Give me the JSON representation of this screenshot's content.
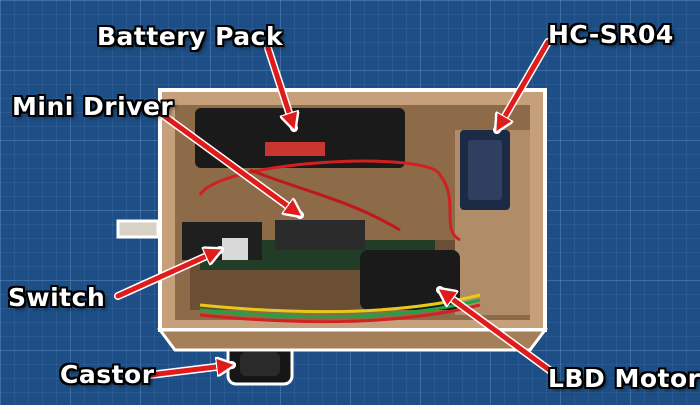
{
  "labels": {
    "battery_pack": "Battery Pack",
    "hc_sr04": "HC-SR04",
    "mini_driver": "Mini Driver",
    "switch": "Switch",
    "castor": "Castor",
    "lbd_motor": "LBD Motor"
  },
  "colors": {
    "background": "#1d4f86",
    "arrow": "#e01b1b",
    "wood": "#c6a07a",
    "outline": "#ffffff"
  }
}
